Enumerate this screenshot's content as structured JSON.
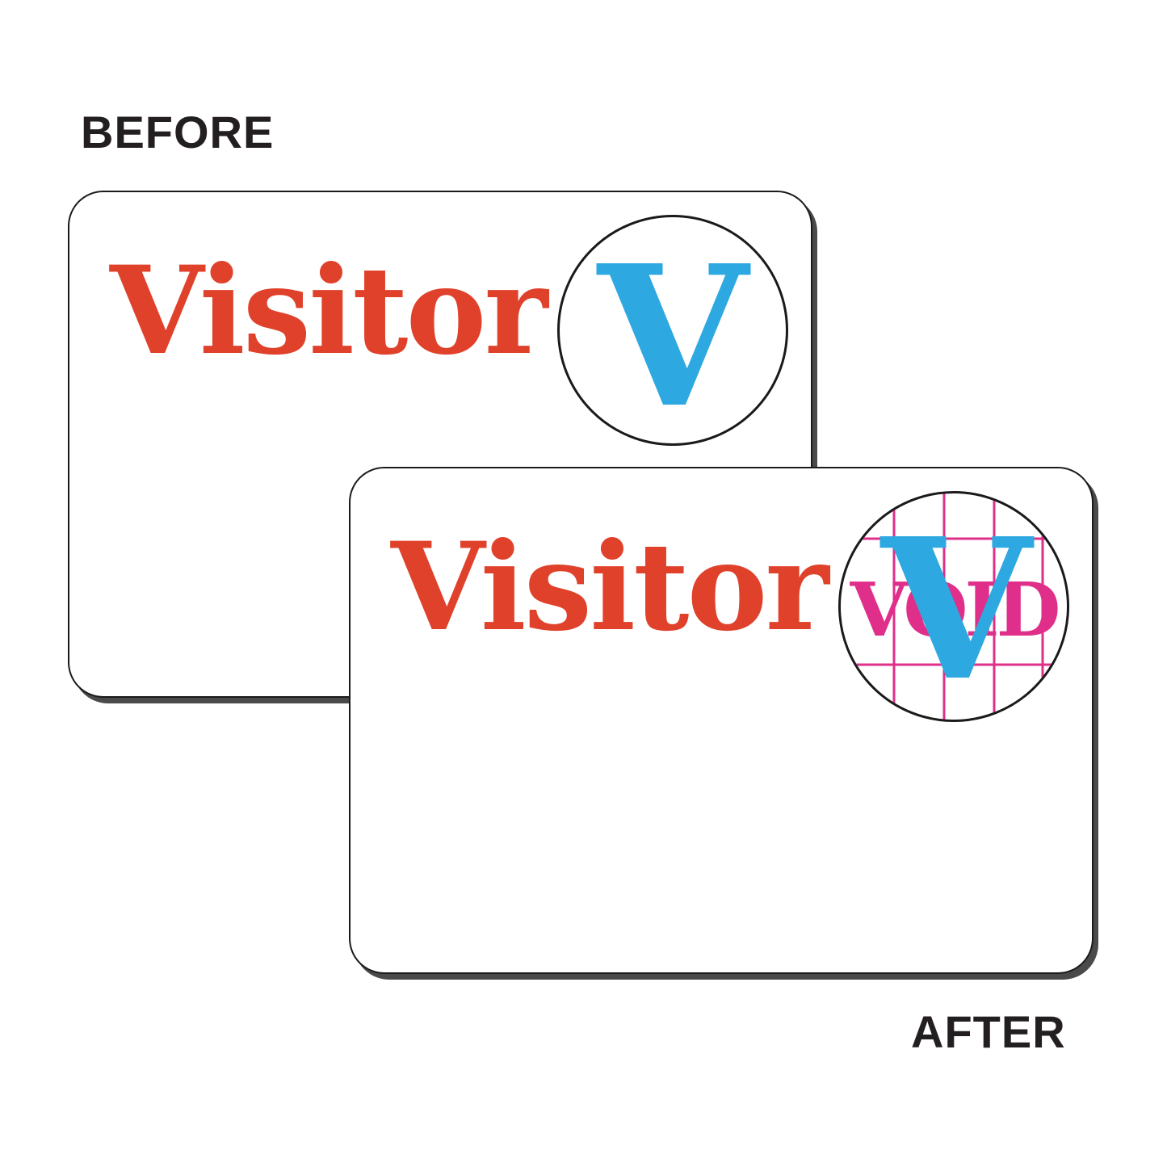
{
  "labels": {
    "before": "BEFORE",
    "after": "AFTER"
  },
  "card_before": {
    "title": "Visitor",
    "badge_letter": "V"
  },
  "card_after": {
    "title": "Visitor",
    "badge_letter": "V",
    "overlay_text": "VOID"
  },
  "colors": {
    "title_red": "#e0412b",
    "badge_blue": "#2ea8e0",
    "void_magenta": "#e02f8a",
    "outline": "#1a1a1a",
    "label_text": "#231f20"
  }
}
